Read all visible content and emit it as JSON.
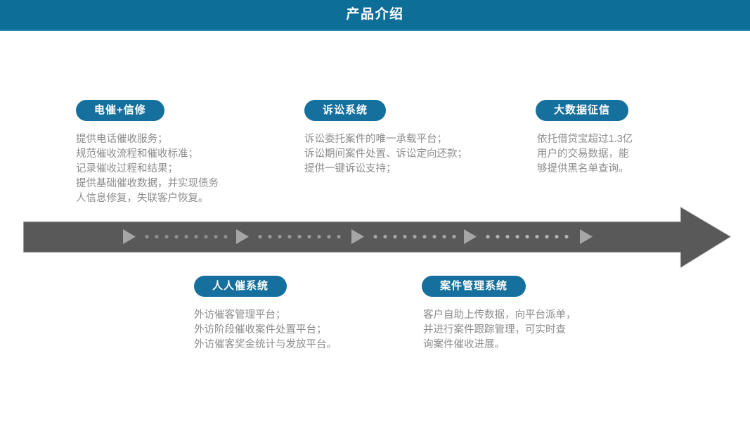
{
  "header": {
    "title": "产品介绍",
    "background_color": "#0d6e98",
    "text_color": "#ffffff"
  },
  "theme": {
    "badge_color": "#16709e",
    "body_text_color": "#8c8c8c",
    "arrow_color": "#595959",
    "arrow_marker_color": "#a6a6a6"
  },
  "arrow": {
    "name": "process-arrow",
    "direction": "right",
    "segments": 5,
    "marker_triangles": 5,
    "dot_groups": [
      10,
      10,
      10,
      10
    ]
  },
  "blocks": [
    {
      "id": "dianui-xinxiu",
      "badge": "电催+信修",
      "row": "top",
      "lines": [
        "提供电话催收服务；",
        "规范催收流程和催收标准；",
        "记录催收过程和结果；",
        "提供基础催收数据，并实现债务",
        "人信息修复，失联客户恢复。"
      ]
    },
    {
      "id": "susong-xitong",
      "badge": "诉讼系统",
      "row": "top",
      "lines": [
        "诉讼委托案件的唯一承载平台；",
        "诉讼期间案件处置、诉讼定向还款；",
        "提供一键诉讼支持；"
      ]
    },
    {
      "id": "dashuju-zhengxin",
      "badge": "大数据征信",
      "row": "top",
      "lines": [
        "依托借贷宝超过1.3亿",
        "用户的交易数据，能",
        "够提供黑名单查询。"
      ]
    },
    {
      "id": "renrencui-xitong",
      "badge": "人人催系统",
      "row": "bottom",
      "lines": [
        "外访催客管理平台；",
        "外访阶段催收案件处置平台；",
        "外访催客奖金统计与发放平台。"
      ]
    },
    {
      "id": "anjian-guanli-xitong",
      "badge": "案件管理系统",
      "row": "bottom",
      "lines": [
        "客户自助上传数据，向平台派单，",
        "并进行案件跟踪管理，可实时查",
        "询案件催收进展。"
      ]
    }
  ]
}
